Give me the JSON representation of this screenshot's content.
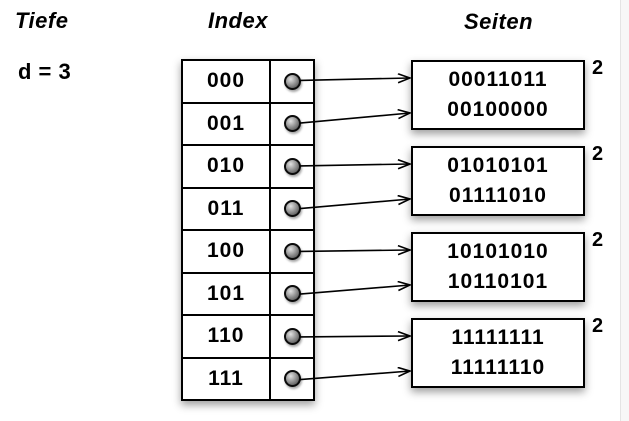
{
  "diagram": {
    "depth_header": "Tiefe",
    "index_header": "Index",
    "pages_header": "Seiten",
    "depth_value": "d = 3"
  },
  "directory": {
    "rows": [
      "000",
      "001",
      "010",
      "011",
      "100",
      "101",
      "110",
      "111"
    ]
  },
  "pages": [
    {
      "entries": [
        "00011011",
        "00100000"
      ],
      "local_depth": "2"
    },
    {
      "entries": [
        "01010101",
        "01111010"
      ],
      "local_depth": "2"
    },
    {
      "entries": [
        "10101010",
        "10110101"
      ],
      "local_depth": "2"
    },
    {
      "entries": [
        "11111111",
        "11111110"
      ],
      "local_depth": "2"
    }
  ],
  "links": [
    {
      "row": "000",
      "page": 0
    },
    {
      "row": "001",
      "page": 0
    },
    {
      "row": "010",
      "page": 1
    },
    {
      "row": "011",
      "page": 1
    },
    {
      "row": "100",
      "page": 2
    },
    {
      "row": "101",
      "page": 2
    },
    {
      "row": "110",
      "page": 3
    },
    {
      "row": "111",
      "page": 3
    }
  ],
  "colors": {
    "background": "#ffffff",
    "ink": "#000000"
  }
}
